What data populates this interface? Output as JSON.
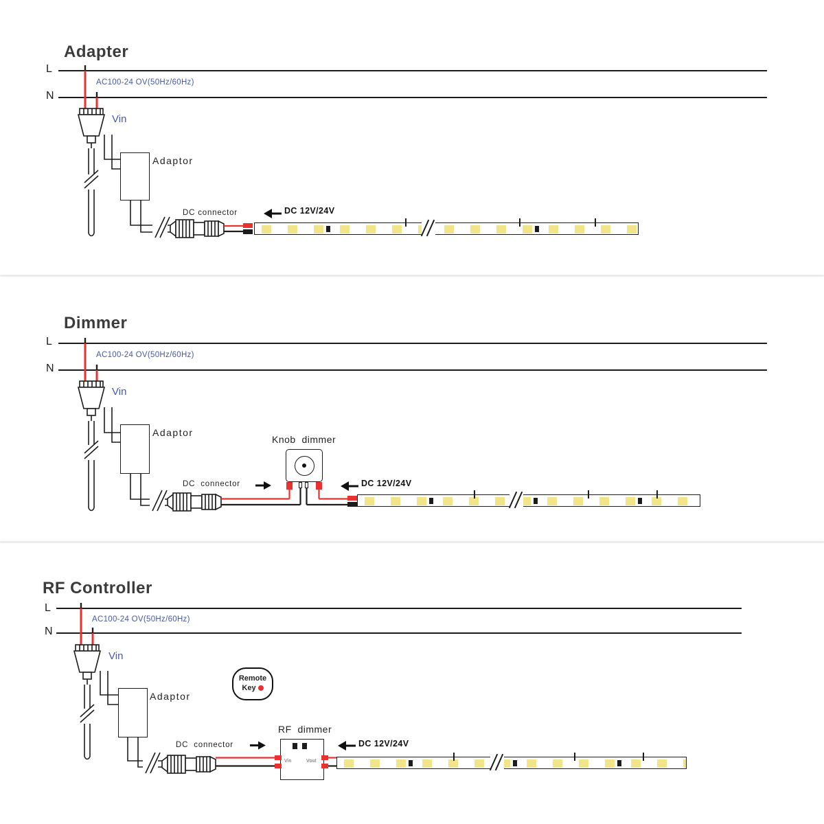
{
  "colors": {
    "accent_blue": "#4659a7",
    "wire_red": "#e8322f",
    "led_yellow": "#f2e488",
    "line_black": "#1c1c1c"
  },
  "sections": [
    {
      "title": "Adapter",
      "l_label": "L",
      "n_label": "N",
      "ac_label": "AC100-24 OV(50Hz/60Hz)",
      "vin_label": "Vin",
      "adaptor_label": "Adaptor",
      "connector_label": "DC connector",
      "voltage_label": "DC 12V/24V"
    },
    {
      "title": "Dimmer",
      "l_label": "L",
      "n_label": "N",
      "ac_label": "AC100-24 OV(50Hz/60Hz)",
      "vin_label": "Vin",
      "adaptor_label": "Adaptor",
      "connector_label": "DC  connector",
      "device_label": "Knob  dimmer",
      "voltage_label": "DC 12V/24V"
    },
    {
      "title": "RF Controller",
      "l_label": "L",
      "n_label": "N",
      "ac_label": "AC100-24 OV(50Hz/60Hz)",
      "vin_label": "Vin",
      "adaptor_label": "Adaptor",
      "connector_label": "DC  connector",
      "device_label": "RF  dimmer",
      "voltage_label": "DC 12V/24V",
      "remote": {
        "line1": "Remote",
        "line2": "Key"
      },
      "rf_ports": {
        "vin": "Vin",
        "vout": "Vout"
      }
    }
  ]
}
